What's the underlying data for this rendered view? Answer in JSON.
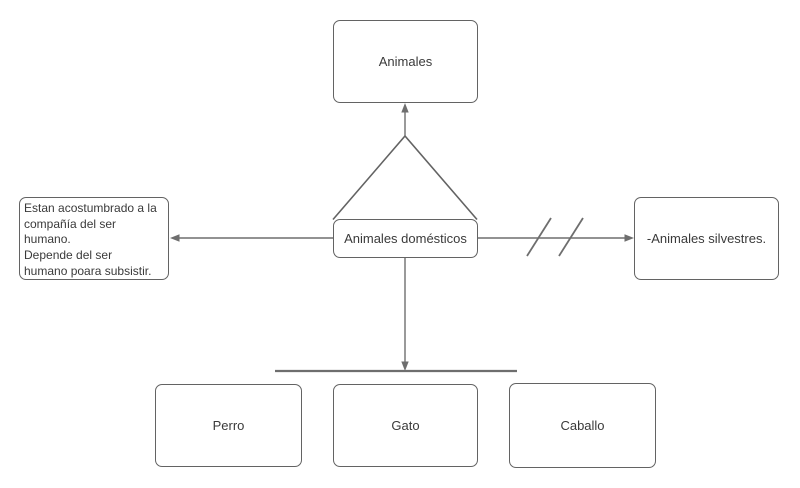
{
  "diagram": {
    "type": "concept-map",
    "nodes": {
      "animales": {
        "label": "Animales"
      },
      "domesticos": {
        "label": "Animales domésticos"
      },
      "descripcion": {
        "text": "Estan acostumbrado a la\ncompañía del ser\nhumano.\nDepende del ser\nhumano poara subsistir."
      },
      "silvestres": {
        "label": "-Animales silvestres."
      },
      "perro": {
        "label": "Perro"
      },
      "gato": {
        "label": "Gato"
      },
      "caballo": {
        "label": "Caballo"
      }
    },
    "connectors": [
      {
        "from": "domesticos",
        "to": "animales",
        "style": "arrow-up-through-triangle"
      },
      {
        "from": "domesticos",
        "to": "descripcion",
        "style": "arrow-left"
      },
      {
        "from": "domesticos",
        "to": "silvestres",
        "style": "arrow-right-double-slash"
      },
      {
        "from": "domesticos",
        "to": "divider",
        "style": "arrow-down"
      }
    ],
    "colors": {
      "node_border": "#636363",
      "connector": "#6e6e6e",
      "text": "#3a3a3a",
      "background": "#ffffff"
    }
  }
}
